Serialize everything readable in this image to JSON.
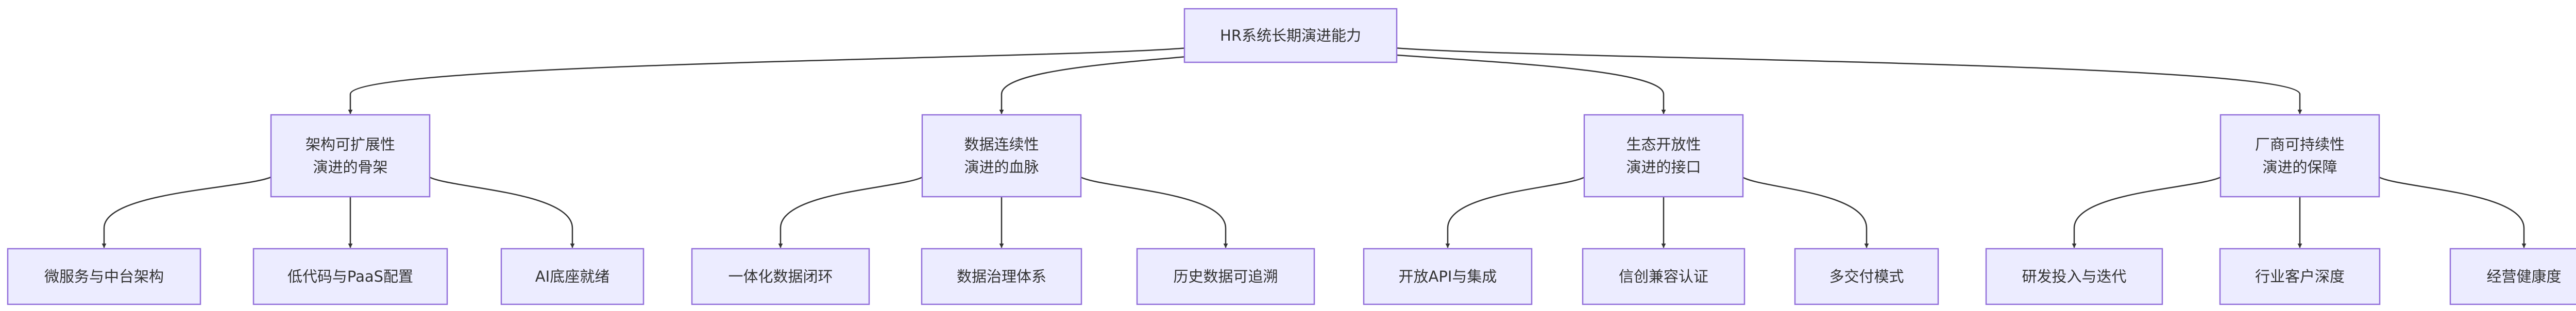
{
  "diagram": {
    "root": "HR系统长期演进能力",
    "branches": [
      {
        "label": [
          "架构可扩展性",
          "演进的骨架"
        ],
        "children": [
          "微服务与中台架构",
          "低代码与PaaS配置",
          "AI底座就绪"
        ]
      },
      {
        "label": [
          "数据连续性",
          "演进的血脉"
        ],
        "children": [
          "一体化数据闭环",
          "数据治理体系",
          "历史数据可追溯"
        ]
      },
      {
        "label": [
          "生态开放性",
          "演进的接口"
        ],
        "children": [
          "开放API与集成",
          "信创兼容认证",
          "多交付模式"
        ]
      },
      {
        "label": [
          "厂商可持续性",
          "演进的保障"
        ],
        "children": [
          "研发投入与迭代",
          "行业客户深度",
          "经营健康度"
        ]
      }
    ]
  },
  "colors": {
    "node_fill": "#ECECFF",
    "node_stroke": "#9370DB",
    "edge": "#333333",
    "text": "#333333"
  }
}
